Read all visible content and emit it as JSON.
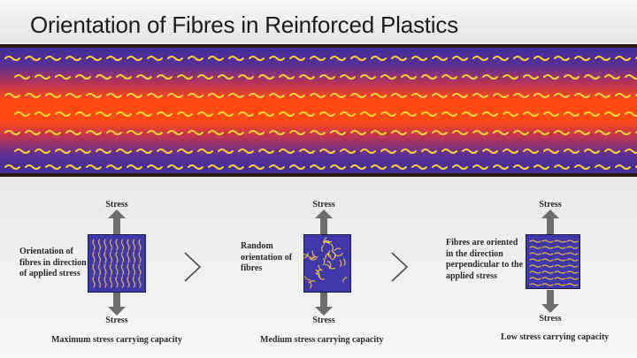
{
  "title": "Orientation of Fibres in Reinforced Plastics",
  "colors": {
    "band_edge": "#3f2e98",
    "band_mid": "#ff4a12",
    "fibre": "#f5d23a",
    "box_fill": "#4237a8",
    "arrow": "#6d6d6d"
  },
  "panels": [
    {
      "stress_top": "Stress",
      "stress_bottom": "Stress",
      "description": "Orientation of fibres in direction of applied stress",
      "caption": "Maximum stress carrying capacity",
      "fibre_orientation": "parallel"
    },
    {
      "stress_top": "Stress",
      "stress_bottom": "Stress",
      "description": "Random orientation of fibres",
      "caption": "Medium stress carrying capacity",
      "fibre_orientation": "random"
    },
    {
      "stress_top": "Stress",
      "stress_bottom": "Stress",
      "description": "Fibres are oriented in the direction perpendicular to the applied stress",
      "caption": "Low stress carrying capacity",
      "fibre_orientation": "perpendicular"
    }
  ],
  "icons": {
    "arrow_up": "arrow-up-icon",
    "arrow_down": "arrow-down-icon",
    "separator": "chevron-right-icon"
  }
}
